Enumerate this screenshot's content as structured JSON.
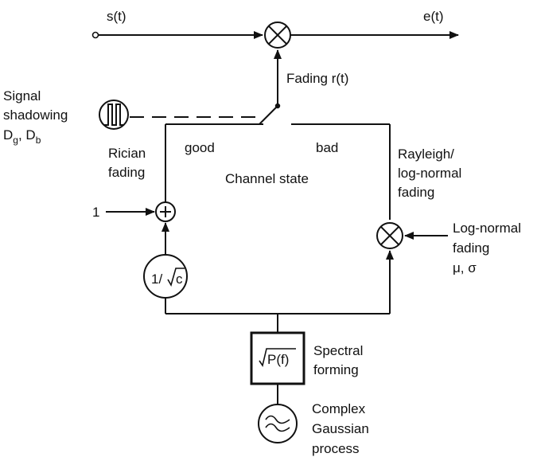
{
  "labels": {
    "input_signal": "s(t)",
    "output_signal": "e(t)",
    "fading": "Fading r(t)",
    "shadowing_1": "Signal",
    "shadowing_2": "shadowing",
    "d_g": "D",
    "d_g_sub": "g",
    "d_sep": ", D",
    "d_b_sub": "b",
    "rician_1": "Rician",
    "rician_2": "fading",
    "good": "good",
    "bad": "bad",
    "channel_state": "Channel state",
    "rayleigh_1": "Rayleigh/",
    "rayleigh_2": "log-normal",
    "rayleigh_3": "fading",
    "constant_one": "1",
    "lognormal_1": "Log-normal",
    "lognormal_2": "fading",
    "lognormal_3": "μ, σ",
    "scale_num": "1/",
    "scale_c": "c",
    "spectral_box": "P(f)",
    "spectral_1": "Spectral",
    "spectral_2": "forming",
    "gaussian_1": "Complex",
    "gaussian_2": "Gaussian",
    "gaussian_3": "process"
  },
  "icons": {
    "multiplier": "circle-times-icon",
    "adder": "circle-plus-icon",
    "shadowing": "square-pulse-icon",
    "noise": "sine-wave-icon"
  }
}
